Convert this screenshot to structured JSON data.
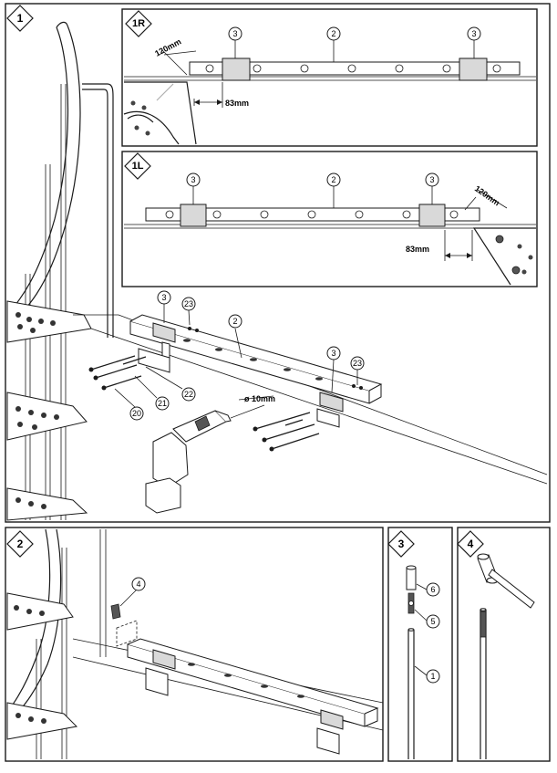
{
  "steps": {
    "s1": "1",
    "s2": "2",
    "s3": "3",
    "s4": "4"
  },
  "detail_tags": {
    "right": "1R",
    "left": "1L"
  },
  "dimensions": {
    "angle_right": "120mm",
    "offset_right": "83mm",
    "angle_left": "120mm",
    "offset_left": "83mm",
    "drill_diameter": "ø 10mm"
  },
  "callouts": {
    "r_bracket_a": "3",
    "r_rail": "2",
    "r_bracket_b": "3",
    "l_bracket_a": "3",
    "l_rail": "2",
    "l_bracket_b": "3",
    "m_bracket_a": "3",
    "m_washer_a": "23",
    "m_rail": "2",
    "m_bracket_b": "3",
    "m_washer_b": "23",
    "m_nut": "22",
    "m_washer": "21",
    "m_bolt": "20",
    "s2_part": "4",
    "s3_cap": "6",
    "s3_joint": "5",
    "s3_post": "1"
  },
  "colors": {
    "line": "#1a1a1a",
    "fill": "#ffffff",
    "shade": "#d9d9d9"
  }
}
